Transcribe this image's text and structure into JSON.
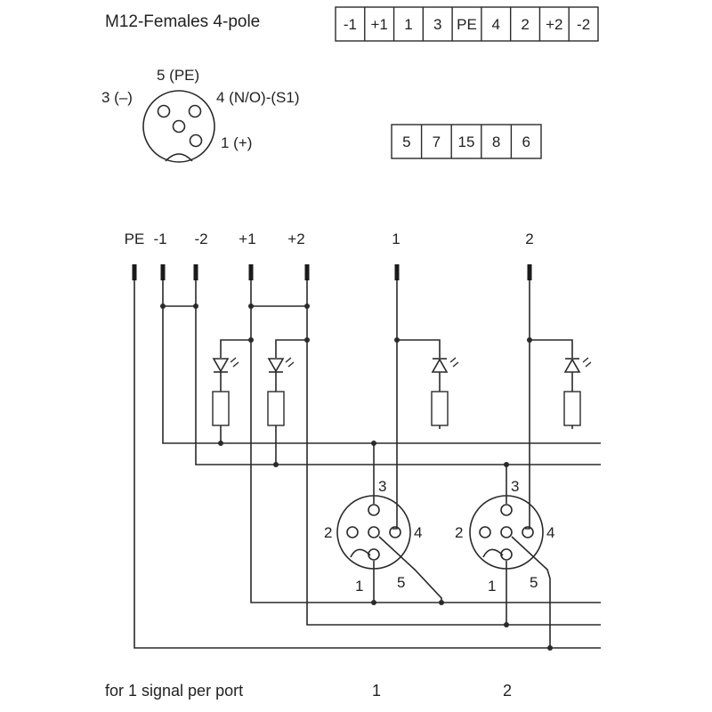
{
  "header": {
    "title": "M12-Females 4-pole"
  },
  "pin_table_top": [
    "-1",
    "+1",
    "1",
    "3",
    "PE",
    "4",
    "2",
    "+2",
    "-2"
  ],
  "pin_table_bottom": [
    "5",
    "7",
    "15",
    "8",
    "6"
  ],
  "connector_legend": {
    "pin5": "5 (PE)",
    "pin3": "3 (–)",
    "pin4": "4  (N/O)-(S1)",
    "pin1": "1 (+)"
  },
  "bus_labels": {
    "pe": "PE",
    "m1": "-1",
    "m2": "-2",
    "p1": "+1",
    "p2": "+2",
    "s1": "1",
    "s2": "2"
  },
  "ports": [
    {
      "pin3": "3",
      "pin2": "2",
      "pin4": "4",
      "pin1": "1",
      "pin5": "5"
    },
    {
      "pin3": "3",
      "pin2": "2",
      "pin4": "4",
      "pin1": "1",
      "pin5": "5"
    }
  ],
  "footer": {
    "caption": "for 1 signal per port",
    "port1": "1",
    "port2": "2"
  }
}
